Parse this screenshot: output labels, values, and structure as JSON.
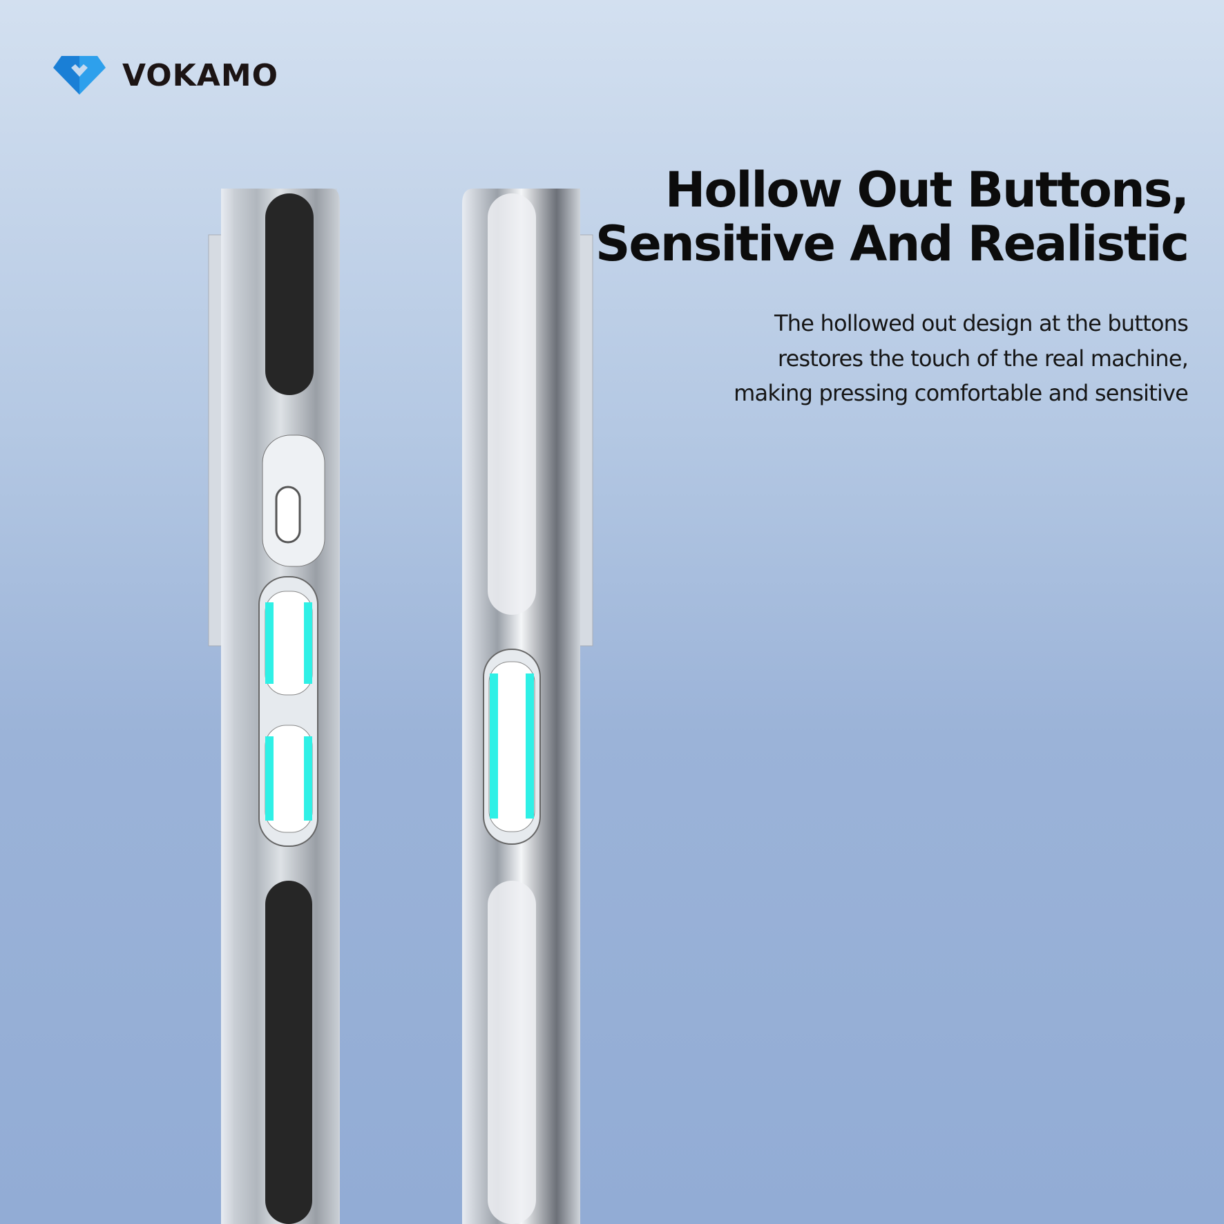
{
  "brand": {
    "name": "VOKAMO",
    "logo_icon": "diamond-heart-icon",
    "logo_colors": [
      "#1a7fd6",
      "#2ea0ec"
    ]
  },
  "headline": {
    "line1": "Hollow Out Buttons,",
    "line2": "Sensitive And Realistic"
  },
  "description": {
    "line1": "The hollowed out design at the buttons",
    "line2": "restores the touch of the real machine,",
    "line3": "making pressing comfortable and sensitive"
  },
  "colors": {
    "button_accent": "#2ff0e6",
    "background_top": "#d3e0f0",
    "background_bottom": "#92acd5"
  }
}
